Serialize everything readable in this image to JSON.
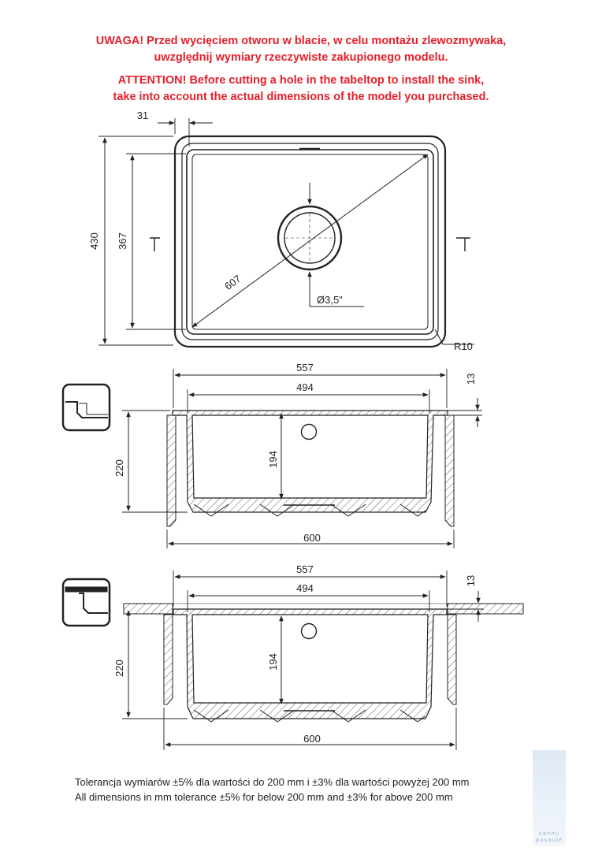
{
  "warning_pl": [
    "UWAGA! Przed wycięciem otworu w blacie, w celu montażu zlewozmywaka,",
    "uwzględnij wymiary rzeczywiste zakupionego modelu."
  ],
  "warning_en": [
    "ATTENTION! Before cutting a hole in the tabeltop to install the sink,",
    "take into account the actual dimensions of the model you purchased."
  ],
  "top_view": {
    "dim_rim": "31",
    "dim_height_outer": "430",
    "dim_height_inner": "367",
    "dim_diagonal": "607",
    "dim_drain": "Ø3,5\"",
    "dim_radius": "R10"
  },
  "section_1": {
    "dim_outer_width": "557",
    "dim_inner_width": "494",
    "dim_rim_height": "13",
    "dim_total_height": "220",
    "dim_bowl_depth": "194",
    "dim_cabinet": "600"
  },
  "section_2": {
    "dim_outer_width": "557",
    "dim_inner_width": "494",
    "dim_rim_height": "13",
    "dim_total_height": "220",
    "dim_bowl_depth": "194",
    "dim_cabinet": "600"
  },
  "footer": [
    "Tolerancja wymiarów ±5% dla wartości do 200 mm i ±3% dla wartości powyżej 200 mm",
    "All dimensions in mm tolerance ±5% for below 200 mm and ±3% for above 200 mm"
  ],
  "watermark": "vannu pasaulė",
  "colors": {
    "warning": "#e4202b",
    "line": "#222222"
  }
}
